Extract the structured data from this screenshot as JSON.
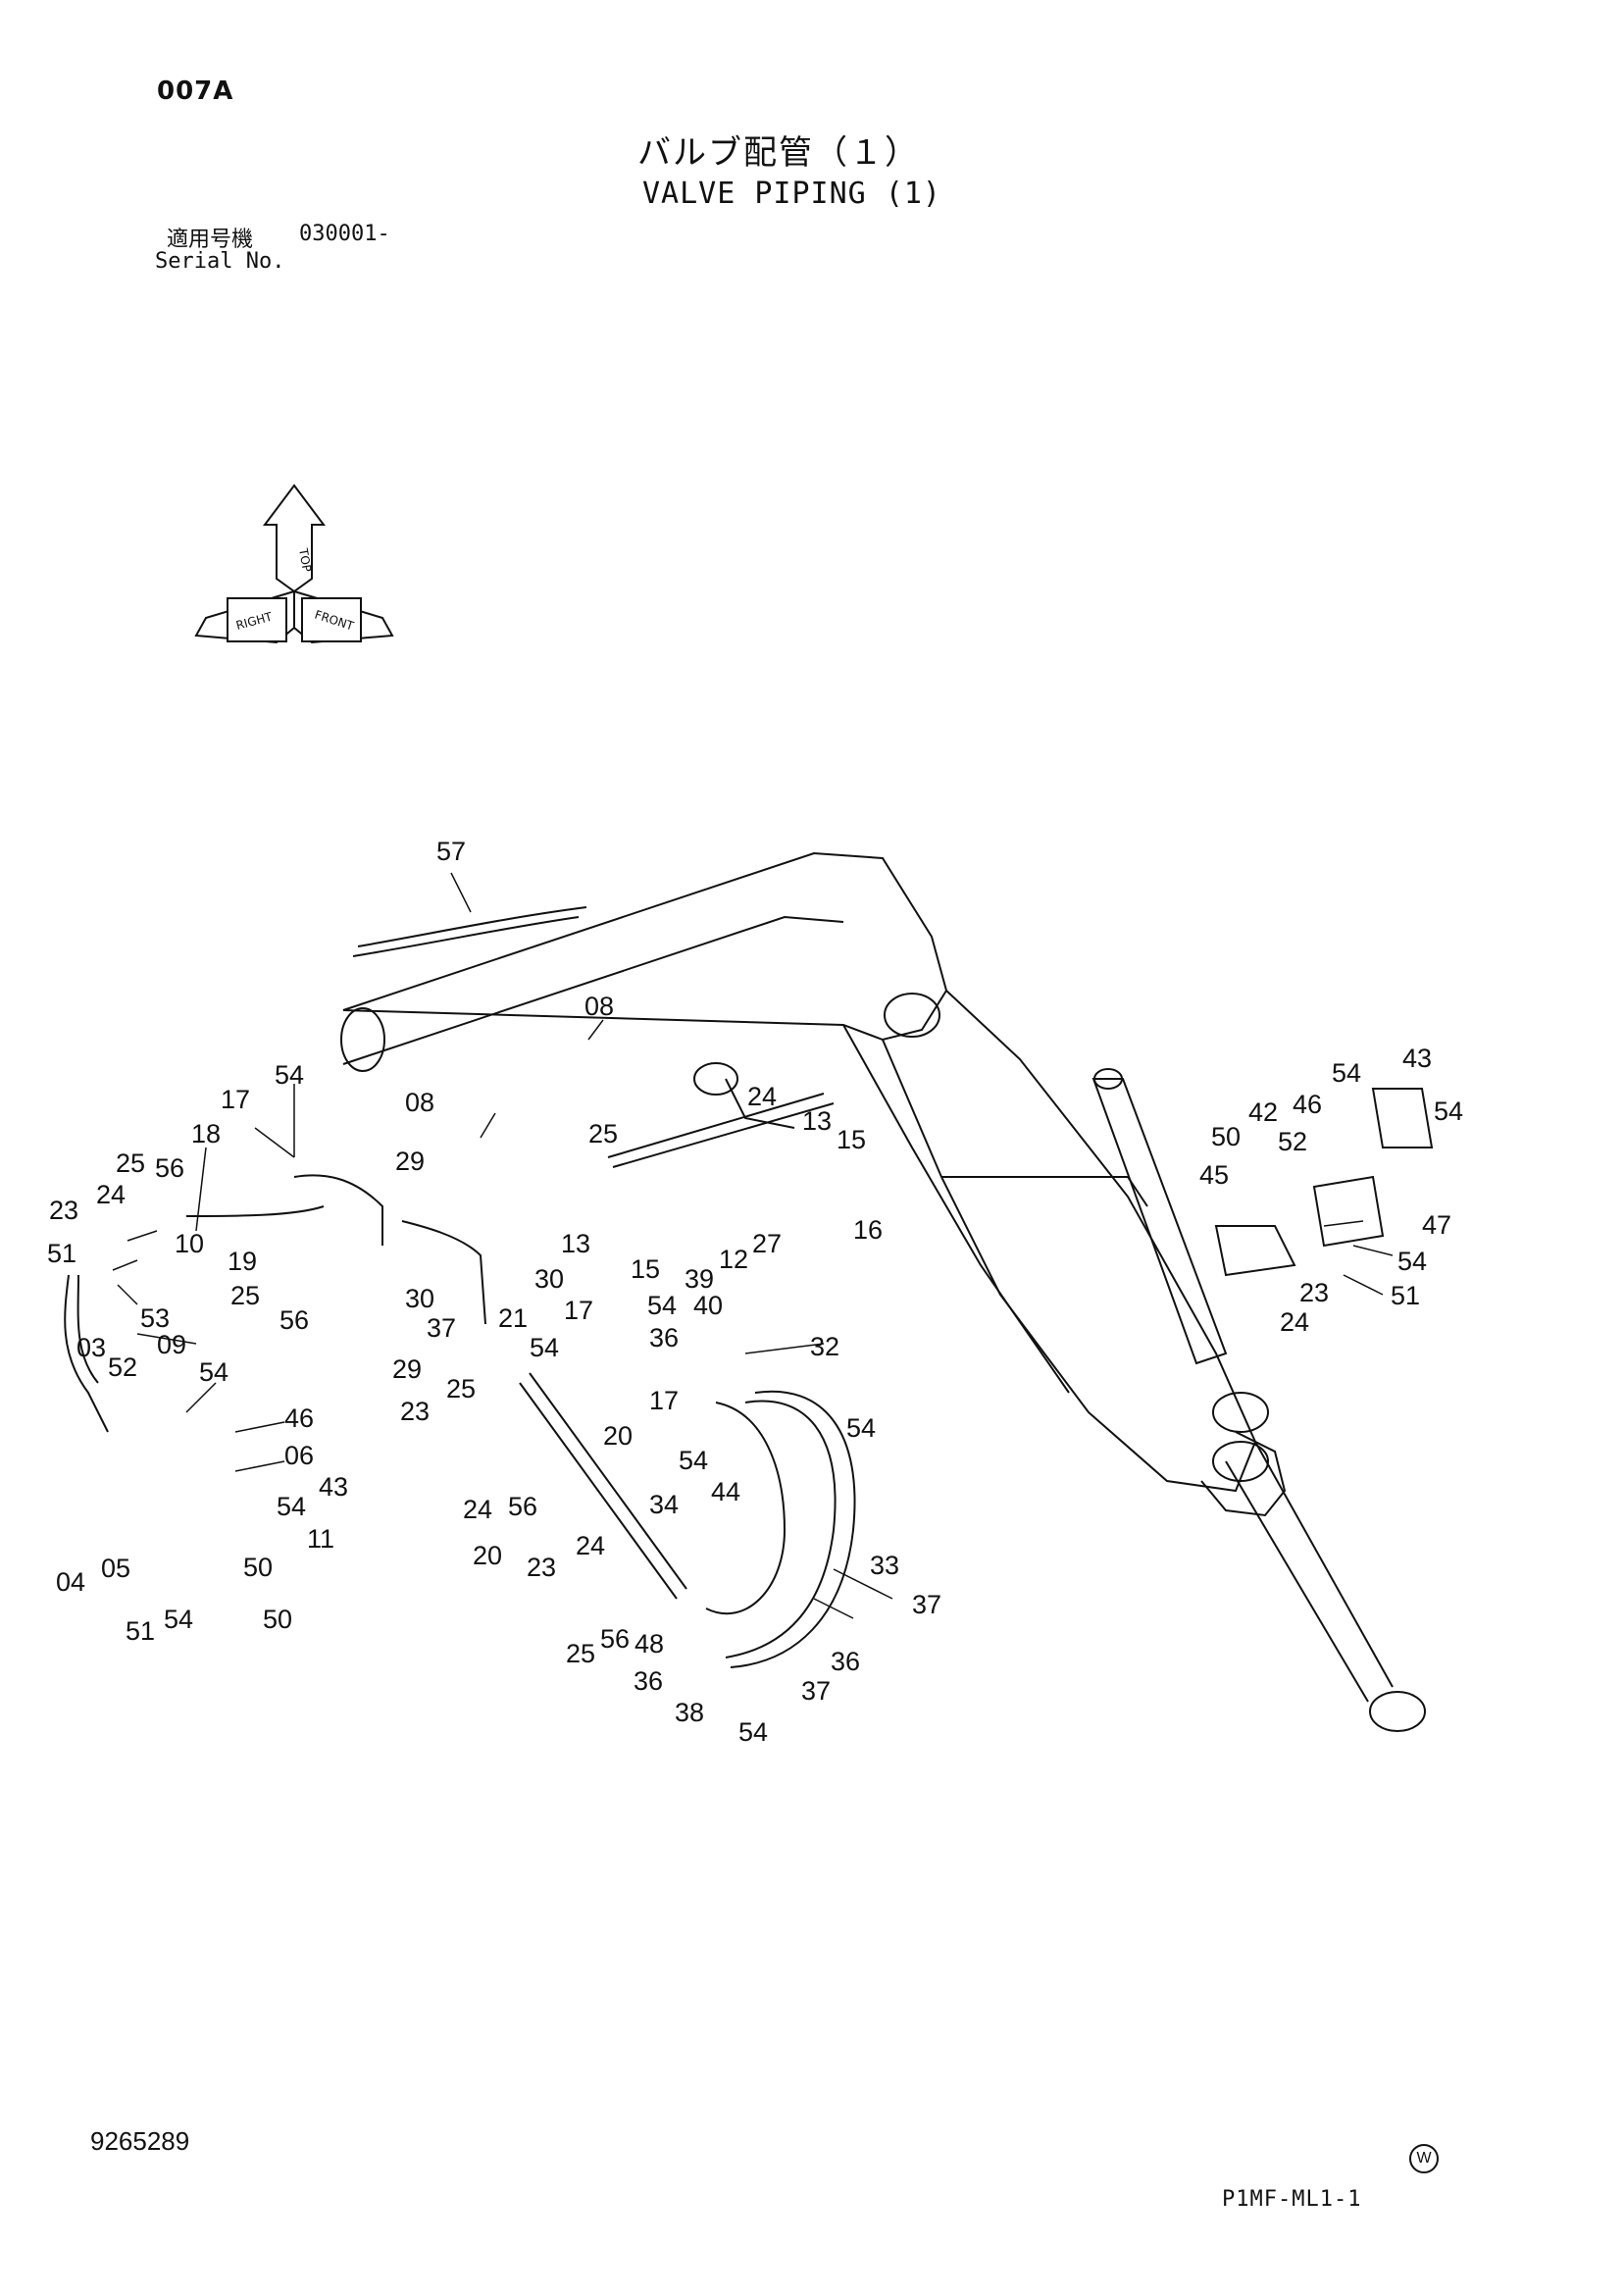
{
  "header": {
    "drawing_code": "007A",
    "title_jp": "バルブ配管（１）",
    "title_en": "VALVE PIPING (1)",
    "serial_label_jp": "適用号機",
    "serial_value": "030001-",
    "serial_label_en": "Serial No."
  },
  "orientation_icon": {
    "labels": [
      "TOP",
      "RIGHT",
      "FRONT"
    ]
  },
  "callouts": [
    "57",
    "08",
    "08",
    "54",
    "17",
    "18",
    "25",
    "56",
    "24",
    "23",
    "51",
    "10",
    "19",
    "53",
    "09",
    "03",
    "52",
    "54",
    "46",
    "06",
    "43",
    "54",
    "11",
    "50",
    "50",
    "04",
    "05",
    "51",
    "54",
    "29",
    "30",
    "37",
    "30",
    "21",
    "17",
    "54",
    "25",
    "29",
    "23",
    "24",
    "56",
    "20",
    "20",
    "23",
    "24",
    "25",
    "56",
    "36",
    "24",
    "13",
    "15",
    "25",
    "16",
    "13",
    "27",
    "12",
    "15",
    "39",
    "54",
    "40",
    "36",
    "32",
    "17",
    "54",
    "54",
    "44",
    "34",
    "33",
    "37",
    "38",
    "37",
    "36",
    "54",
    "48",
    "54",
    "43",
    "54",
    "46",
    "42",
    "52",
    "50",
    "45",
    "47",
    "54",
    "51",
    "23",
    "24",
    "25",
    "56"
  ],
  "footer": {
    "document_number": "9265289",
    "watermark_symbol": "W",
    "page_reference": "P1MF-ML1-1"
  }
}
